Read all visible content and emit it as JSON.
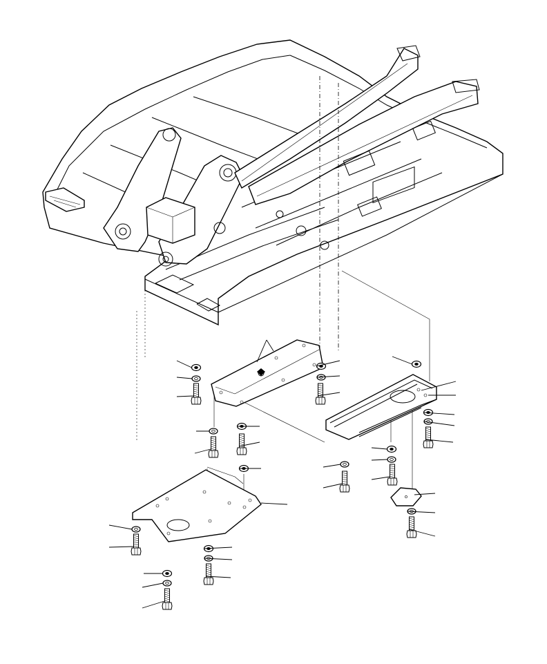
{
  "diagram": {
    "line_color": "#000000",
    "background": "#ffffff",
    "parts": [
      {
        "id": "frame-assembly",
        "kind": "revolving-frame"
      },
      {
        "id": "cover-upper-plate",
        "kind": "cover-plate"
      },
      {
        "id": "cover-right-plate",
        "kind": "cover-plate"
      },
      {
        "id": "cover-lower-plate",
        "kind": "cover-plate"
      },
      {
        "id": "inspection-cover",
        "kind": "round-cover"
      }
    ]
  }
}
